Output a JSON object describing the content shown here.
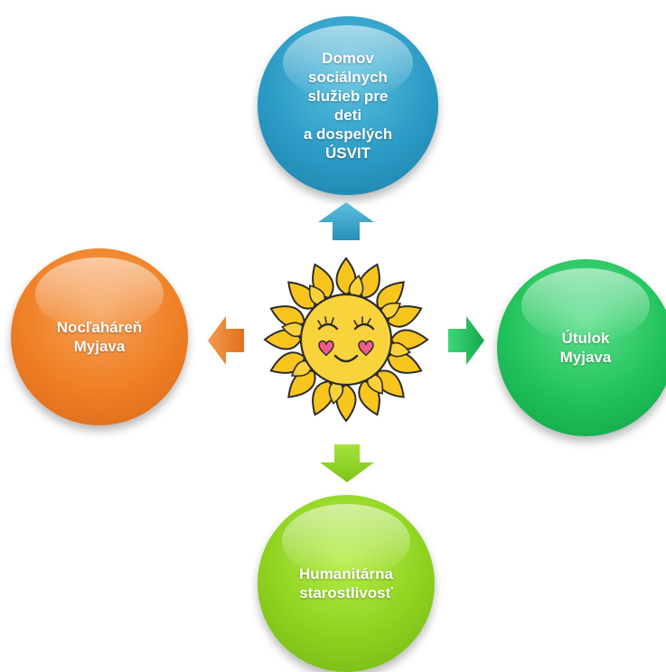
{
  "nodes": {
    "top": {
      "label": "Domov\nsociálnych\nslužieb pre\ndeti\na dospelých\nÚSVIT",
      "color": "#2b9bc5"
    },
    "left": {
      "label": "Nocľaháreň\nMyjava",
      "color": "#ef7f24"
    },
    "right": {
      "label": "Útulok\nMyjava",
      "color": "#20c25a"
    },
    "bottom": {
      "label": "Humanitárna\nstarostlivosť",
      "color": "#8ed21f"
    }
  },
  "center": {
    "icon": "smiling-sun-icon"
  }
}
